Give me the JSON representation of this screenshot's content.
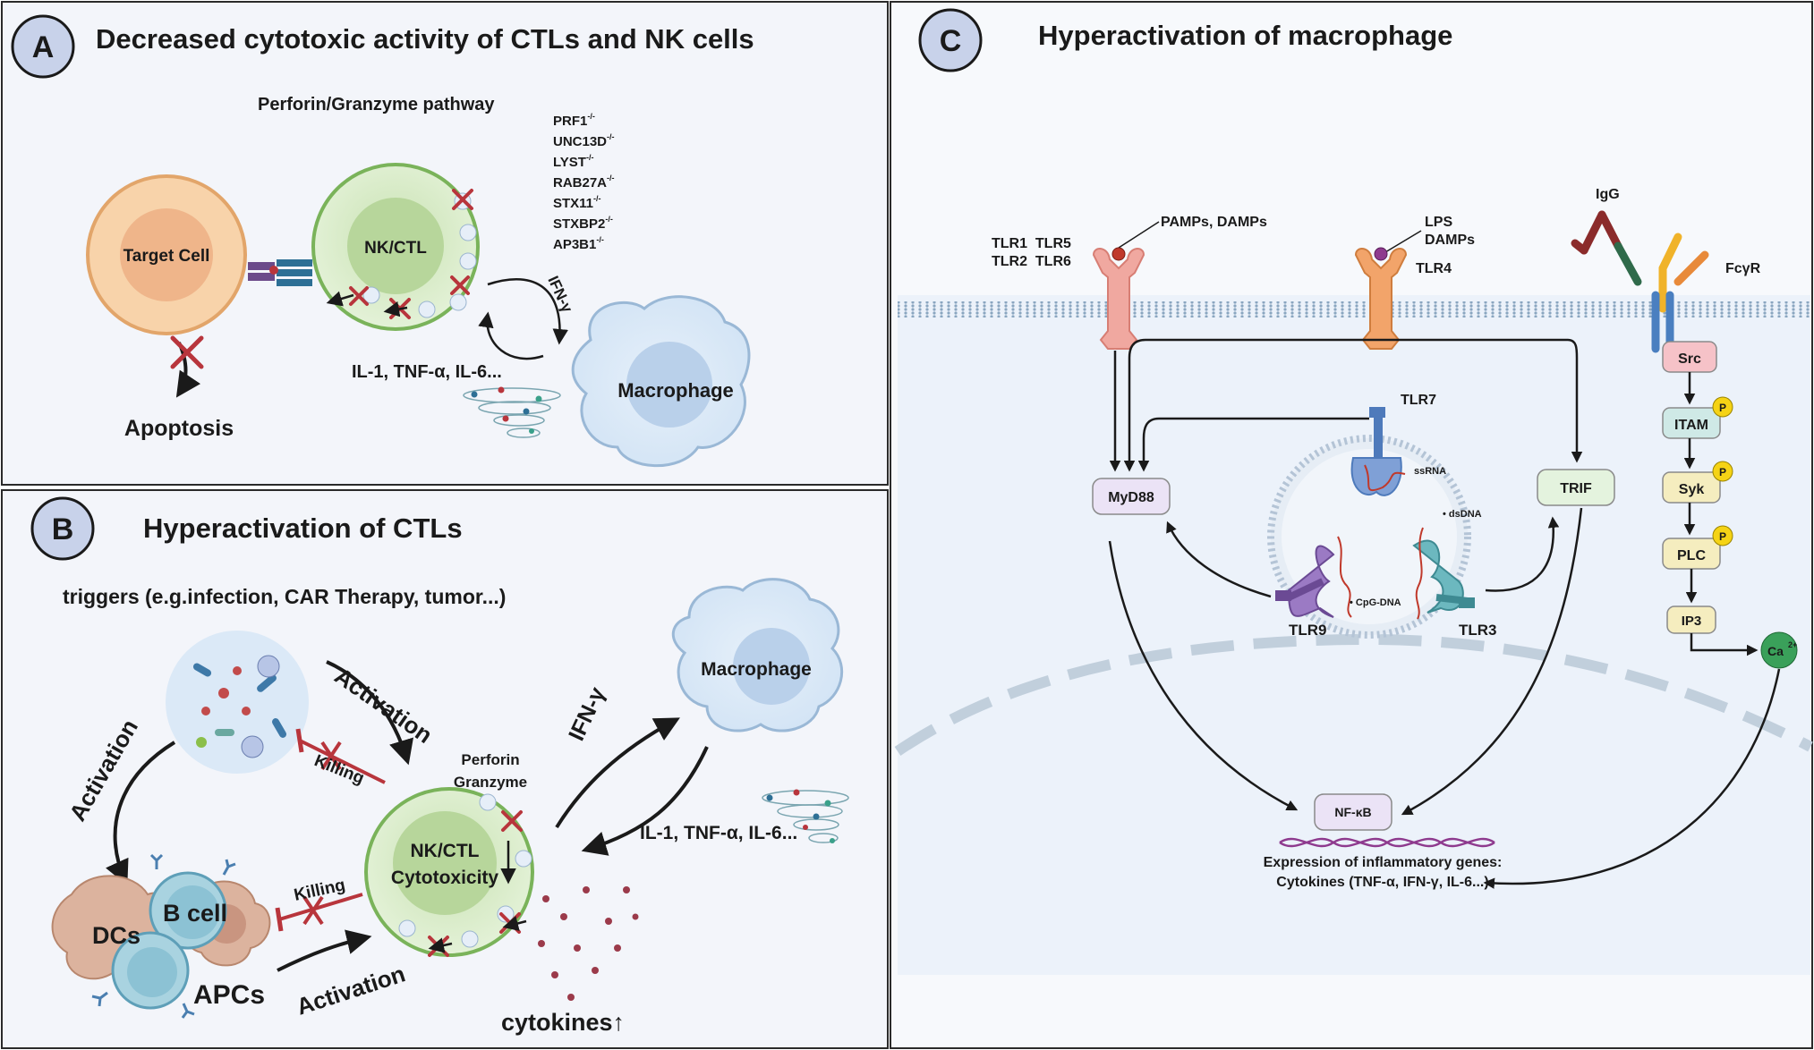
{
  "panelA": {
    "letter": "A",
    "title": "Decreased cytotoxic activity of CTLs and NK cells",
    "pathway": "Perforin/Granzyme pathway",
    "genes": [
      {
        "name": "PRF1",
        "sup": "-/-"
      },
      {
        "name": "UNC13D",
        "sup": "-/-"
      },
      {
        "name": "LYST",
        "sup": "-/-"
      },
      {
        "name": "RAB27A",
        "sup": "-/-"
      },
      {
        "name": "STX11",
        "sup": "-/-"
      },
      {
        "name": "STXBP2",
        "sup": "-/-"
      },
      {
        "name": "AP3B1",
        "sup": "-/-"
      }
    ],
    "target_cell": "Target Cell",
    "nk_ctl": "NK/CTL",
    "ifn": "IFN-γ",
    "cytokines": "IL-1, TNF-α, IL-6...",
    "macrophage": "Macrophage",
    "apoptosis": "Apoptosis"
  },
  "panelB": {
    "letter": "B",
    "title": "Hyperactivation of CTLs",
    "triggers": "triggers (e.g.infection, CAR Therapy, tumor...)",
    "activation_top": "Activation",
    "activation_left": "Activation",
    "activation_bottom": "Activation",
    "killing_top": "Killing",
    "killing_mid": "Killing",
    "perforin": "Perforin",
    "granzyme": "Granzyme",
    "nk_ctl_line1": "NK/CTL",
    "nk_ctl_line2": "Cytotoxicity",
    "ifn": "IFN-γ",
    "macrophage": "Macrophage",
    "cytokines": "IL-1, TNF-α, IL-6...",
    "b_cell": "B cell",
    "dcs": "DCs",
    "apcs": "APCs",
    "cytokines_up": "cytokines↑"
  },
  "panelC": {
    "letter": "C",
    "title": "Hyperactivation of macrophage",
    "tlr_left_1": "TLR1  TLR5",
    "tlr_left_2": "TLR2  TLR6",
    "pamps": "PAMPs, DAMPs",
    "lps": "LPS",
    "damps": "DAMPs",
    "tlr4": "TLR4",
    "igg": "IgG",
    "fcgr": "FcγR",
    "src": "Src",
    "itam": "ITAM",
    "syk": "Syk",
    "plc": "PLC",
    "ip3": "IP3",
    "ca": "Ca",
    "ca_sup": "2+",
    "p": "P",
    "tlr7": "TLR7",
    "ssrna": "ssRNA",
    "dsdna": "• dsDNA",
    "cpg": "• CpG-DNA",
    "tlr9": "TLR9",
    "tlr3": "TLR3",
    "myd88": "MyD88",
    "trif": "TRIF",
    "nfkb": "NF-κB",
    "expression_1": "Expression of inflammatory genes:",
    "expression_2": "Cytokines (TNF-α, IFN-γ, IL-6...)"
  },
  "colors": {
    "panel_bg": "#f3f5fa",
    "nk_green": "#d7ecc6",
    "target_orange": "#f6c99a",
    "macrophage_blue": "#d6e6f6",
    "inhibit_red": "#b8353c",
    "tlr_pink": "#f0a8a0",
    "tlr4_orange": "#f2a46a",
    "phospho_yellow": "#f5d315"
  }
}
